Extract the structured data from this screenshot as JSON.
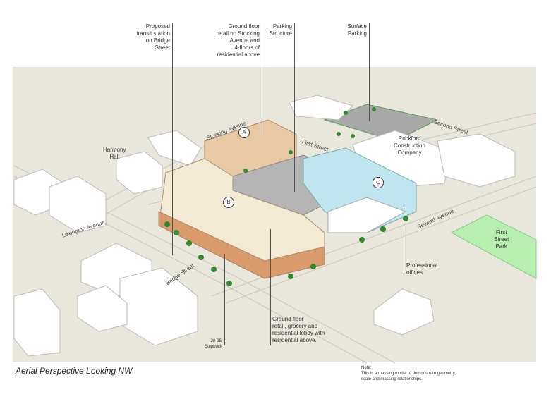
{
  "title": "Aerial Perspective Looking NW",
  "note": {
    "heading": "Note:",
    "line1": "This is a massing model to demonstrate geometry,",
    "line2": "scale and massing relationships."
  },
  "callouts": {
    "transit": [
      "Proposed",
      "transit station",
      "on Bridge",
      "Street"
    ],
    "stocking": [
      "Ground floor",
      "retail on Stocking",
      "Avenue and",
      "4-floors of",
      "residential above"
    ],
    "parking_structure": [
      "Parking",
      "Structure"
    ],
    "surface_parking": [
      "Surface",
      "Parking"
    ],
    "professional": [
      "Professional",
      "offices"
    ],
    "ground_floor_retail": [
      "Ground floor",
      "retail, grocery and",
      "residential lobby with",
      "residential above."
    ],
    "stepback": [
      "20-25'",
      "Stepback"
    ],
    "harmony_hall": [
      "Harmony",
      "Hall"
    ],
    "rockford": [
      "Rockford",
      "Construction",
      "Company"
    ],
    "first_street_park": [
      "First",
      "Street",
      "Park"
    ]
  },
  "streets": {
    "stocking": "Stocking Avenue",
    "first": "First Street",
    "second": "Second Street",
    "lexington": "Lexington Avenue",
    "bridge": "Bridge Street",
    "seward": "Seward Avenue"
  },
  "markers": {
    "a": "A",
    "b": "B",
    "c": "C"
  },
  "colors": {
    "ground": "#e9e6dc",
    "brick": "#d99a6c",
    "residential": "#f3ead6",
    "glass": "#bfe6ef",
    "park": "#b8f0b0",
    "tree": "#2f8a2f"
  }
}
